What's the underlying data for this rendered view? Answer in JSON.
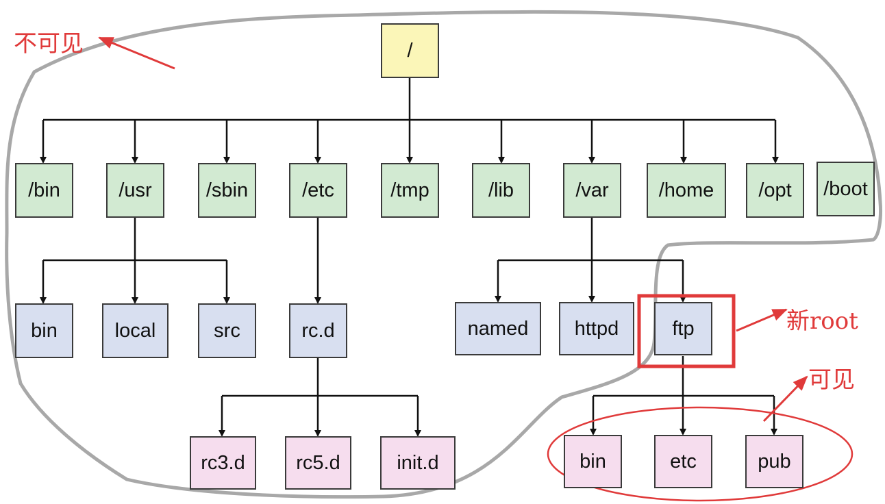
{
  "annotations": {
    "invisible": "不可见",
    "new_root": "新root",
    "visible": "可见"
  },
  "colors": {
    "root_fill": "#fbf6b8",
    "level1_fill": "#d2ead2",
    "level2_fill": "#d8dff0",
    "level3_fill": "#f6ddee",
    "highlight_red": "#e03a3a",
    "boundary_gray": "#a8a8a8"
  },
  "tree": {
    "root": "/",
    "level1": [
      "/bin",
      "/usr",
      "/sbin",
      "/etc",
      "/tmp",
      "/lib",
      "/var",
      "/home",
      "/opt",
      "/boot"
    ],
    "usr_children": [
      "bin",
      "local",
      "src"
    ],
    "etc_children": [
      "rc.d"
    ],
    "rcd_children": [
      "rc3.d",
      "rc5.d",
      "init.d"
    ],
    "var_children": [
      "named",
      "httpd",
      "ftp"
    ],
    "ftp_children": [
      "bin",
      "etc",
      "pub"
    ]
  }
}
